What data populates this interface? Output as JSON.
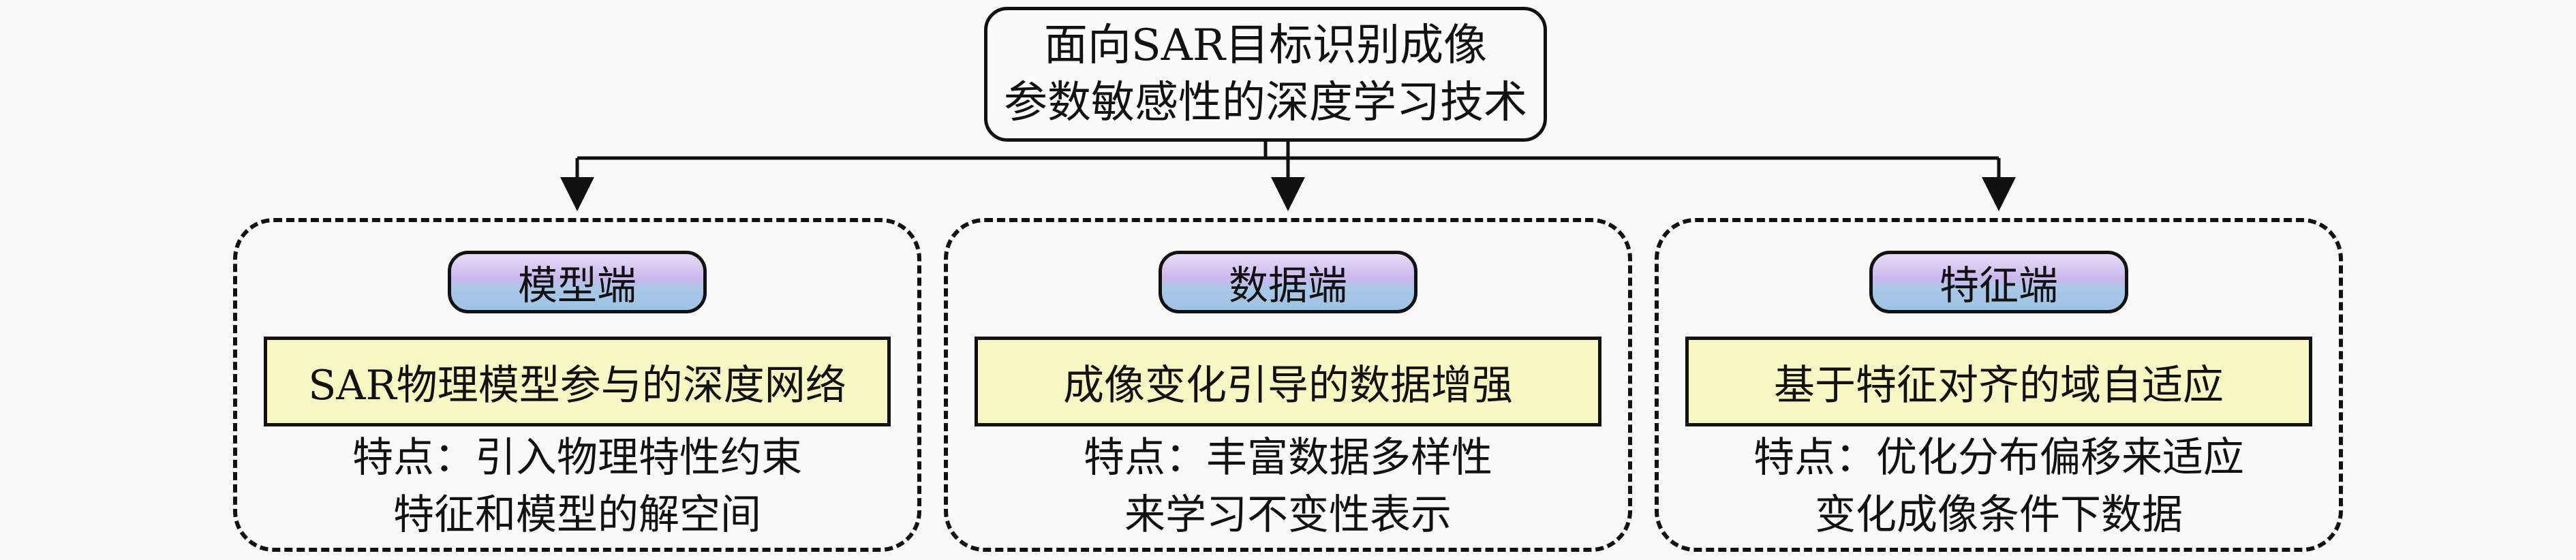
{
  "root": {
    "line1": "面向SAR目标识别成像",
    "line2": "参数敏感性的深度学习技术"
  },
  "branches": [
    {
      "tag": "模型端",
      "method": "SAR物理模型参与的深度网络",
      "feature_line1": "特点：引入物理特性约束",
      "feature_line2": "特征和模型的解空间"
    },
    {
      "tag": "数据端",
      "method": "成像变化引导的数据增强",
      "feature_line1": "特点：丰富数据多样性",
      "feature_line2": "来学习不变性表示"
    },
    {
      "tag": "特征端",
      "method": "基于特征对齐的域自适应",
      "feature_line1": "特点：优化分布偏移来适应",
      "feature_line2": "变化成像条件下数据"
    }
  ]
}
